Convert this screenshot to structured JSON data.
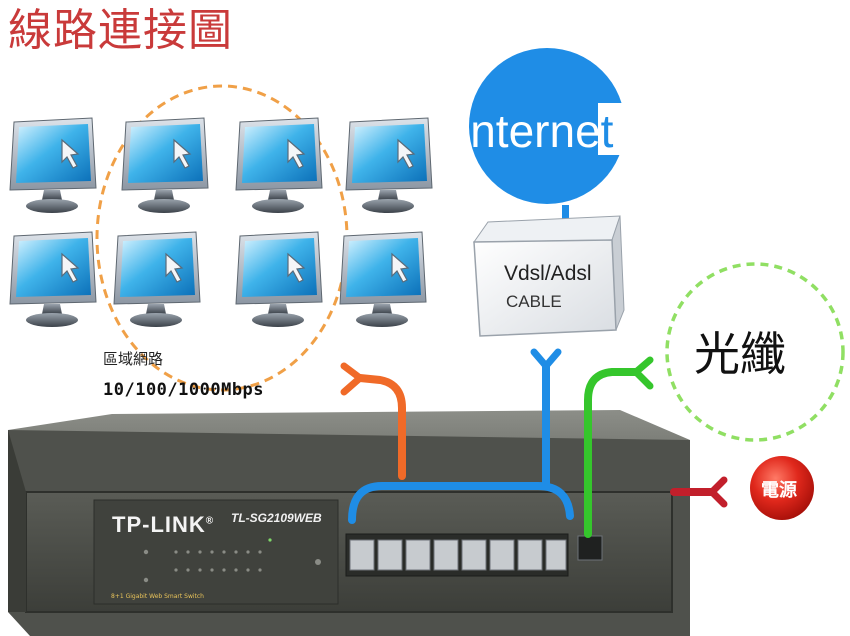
{
  "title": "線路連接圖",
  "lan": {
    "label": "區域網路",
    "speed": "10/100/1000Mbps",
    "computer_count": 8
  },
  "internet": {
    "text_main": "interne",
    "text_end": "t",
    "color": "#1f8de6"
  },
  "modem": {
    "line1": "Vdsl/Adsl",
    "line2": "CABLE"
  },
  "fiber": {
    "label": "光纖",
    "color": "#35c62c"
  },
  "power": {
    "label": "電源",
    "color": "#d61e18"
  },
  "switch": {
    "brand": "TP-LINK",
    "brand_mark": "®",
    "model": "TL-SG2109WEB",
    "tagline": "8+1 Gigabit Web Smart Switch",
    "port_count": 8
  },
  "cables": {
    "lan_color": "#f06a28",
    "internet_color": "#1f8de6",
    "fiber_color": "#35c62c",
    "power_color": "#c21f2b"
  },
  "icons": [
    "monitor-icon",
    "mouse-pointer-icon",
    "modem-icon",
    "power-button-icon",
    "cable-plug-icon"
  ]
}
